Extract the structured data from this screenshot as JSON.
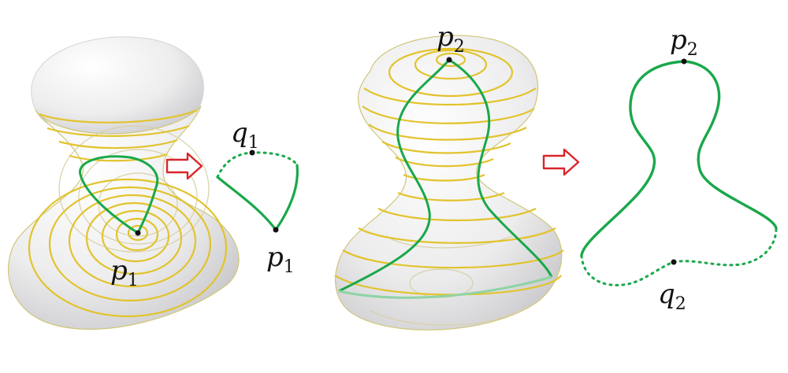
{
  "colors": {
    "background": "#ffffff",
    "contour": "#e2c32c",
    "contour_faint": "#d8d0a6",
    "geodesic": "#1aa84a",
    "geodesic_faint": "#8fd3a4",
    "surface_fill": "#f0f0f1",
    "surface_shade": "#c9c9cc",
    "arrow": "#d9252b",
    "point": "#111111"
  },
  "labels": {
    "p1_surface": {
      "main": "p",
      "sub": "1"
    },
    "p1_curve": {
      "main": "p",
      "sub": "1"
    },
    "q1_curve": {
      "main": "q",
      "sub": "1"
    },
    "p2_surface": {
      "main": "p",
      "sub": "2"
    },
    "p2_curve": {
      "main": "p",
      "sub": "2"
    },
    "q2_curve": {
      "main": "q",
      "sub": "2"
    }
  },
  "icons": {
    "arrow_left": "right-arrow-icon",
    "arrow_right": "right-arrow-icon"
  }
}
